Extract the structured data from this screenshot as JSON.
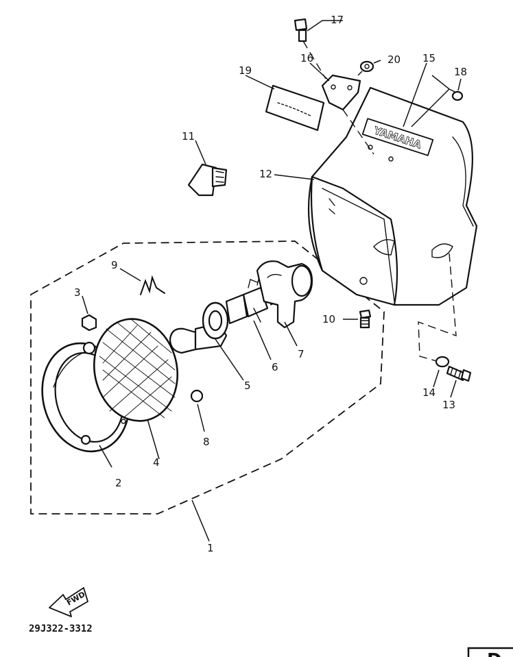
{
  "diagram": {
    "brand_text": "YAMAHA",
    "fwd_text": "FWD",
    "part_code": "29J322-3312",
    "corner_tab": "D",
    "labels": {
      "p1": "1",
      "p2": "2",
      "p3": "3",
      "p4": "4",
      "p5": "5",
      "p6": "6",
      "p7": "7",
      "p8": "8",
      "p9": "9",
      "p10": "10",
      "p11": "11",
      "p12": "12",
      "p13": "13",
      "p14": "14",
      "p15": "15",
      "p16": "16",
      "p17": "17",
      "p18": "18",
      "p19": "19",
      "p20": "20"
    }
  }
}
